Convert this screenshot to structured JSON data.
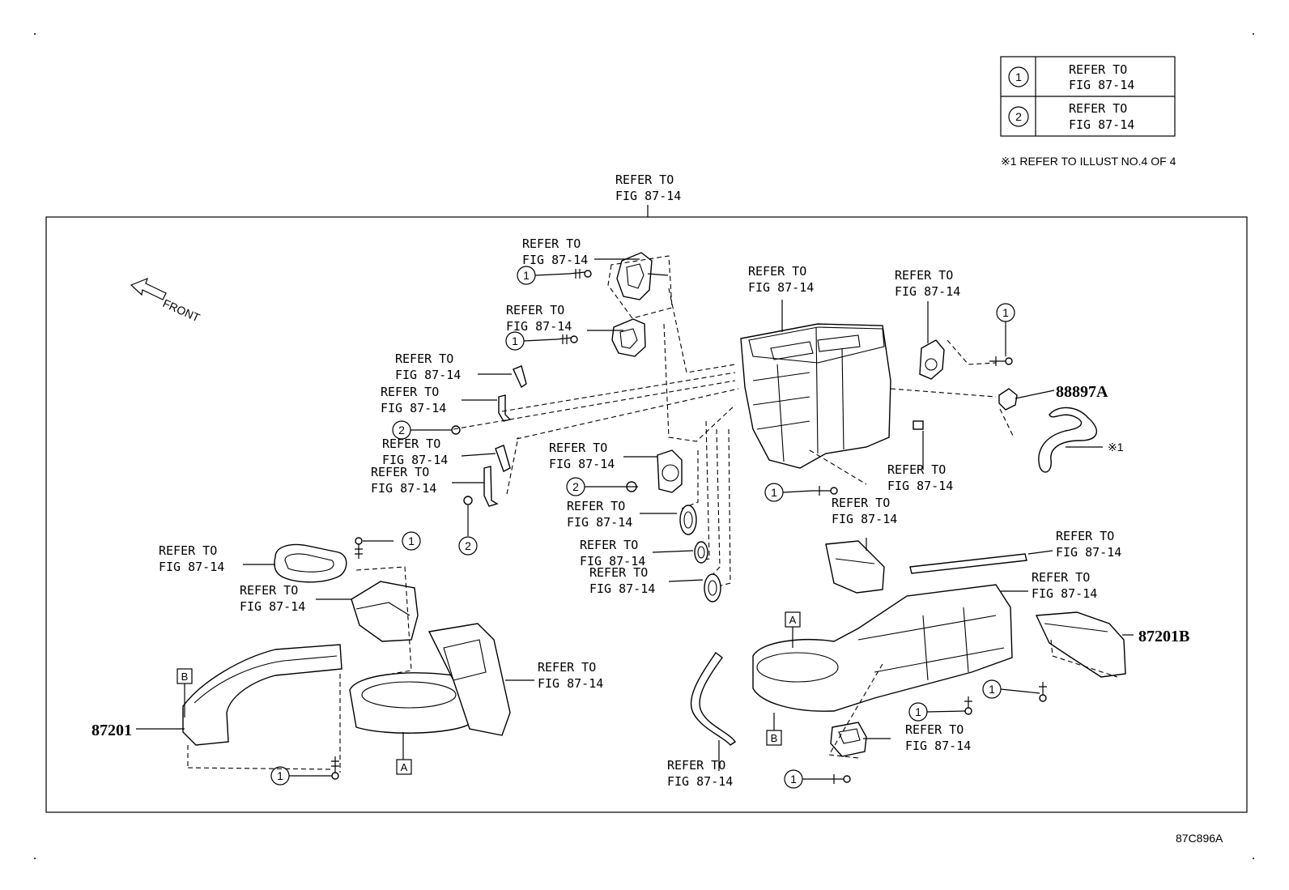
{
  "legend": {
    "rows": [
      {
        "symbol": "1",
        "text": [
          "REFER TO",
          "FIG 87-14"
        ]
      },
      {
        "symbol": "2",
        "text": [
          "REFER TO",
          "FIG 87-14"
        ]
      }
    ],
    "note": "※1 REFER TO ILLUST NO.4 OF 4"
  },
  "top_callout": [
    "REFER TO",
    "FIG 87-14"
  ],
  "front_label": "FRONT",
  "refer_line1": "REFER TO",
  "refer_line2": "FIG 87-14",
  "part_numbers": {
    "p88897A": "88897A",
    "p87201B": "87201B",
    "p87201": "87201"
  },
  "note_marker": "※1",
  "box_labels": {
    "A": "A",
    "B": "B"
  },
  "circle_labels": {
    "one": "1",
    "two": "2"
  },
  "illustration_code": "87C896A"
}
